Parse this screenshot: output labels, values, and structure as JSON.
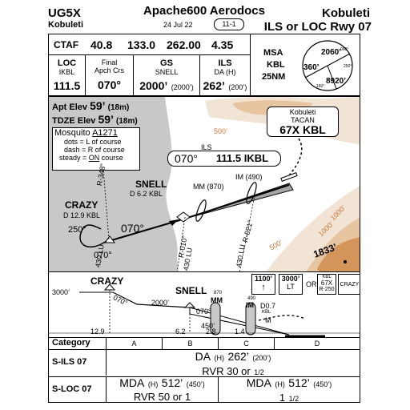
{
  "header": {
    "id": "UG5X",
    "city": "Kobuleti",
    "title": "Apache600 Aerodocs",
    "date": "24 Jul 22",
    "page": "11-1",
    "airport": "Kobuleti",
    "procedure": "ILS or LOC Rwy 07"
  },
  "briefing": {
    "ctaf_label": "CTAF",
    "freqs": [
      "40.8",
      "133.0",
      "262.00",
      "4.35"
    ],
    "loc": {
      "label": "LOC",
      "sub": "IKBL",
      "value": "111.5"
    },
    "final": {
      "label": "Final",
      "sub": "Apch Crs",
      "value": "070°"
    },
    "gs": {
      "label": "GS",
      "sub": "SNELL",
      "value": "2000’",
      "value_small": "(2000’)"
    },
    "ils": {
      "label": "ILS",
      "sub": "DA (H)",
      "value": "262’",
      "value_small": "(200’)"
    },
    "msa": {
      "label": "MSA",
      "sub": "KBL",
      "dist": "25NM",
      "alt1": "2060’",
      "alt2": "360’",
      "alt3": "8920’",
      "brg1": "060°",
      "brg2": "250°",
      "brg3": "160°"
    }
  },
  "plan": {
    "apt_elev_label": "Apt Elev",
    "apt_elev": "59’",
    "apt_elev_m": "(18m)",
    "tdze_label": "TDZE Elev",
    "tdze": "59’",
    "tdze_m": "(18m)",
    "mosquito_label": "Mosquito",
    "mosquito_id": "A1271",
    "note1": "dots = L of course",
    "note2": "dash = R of course",
    "note3_a": "steady = ",
    "note3_b": "ON",
    "note3_c": " course",
    "tacan_label": "Kobuleti",
    "tacan_type": "TACAN",
    "tacan_id": "67X  KBL",
    "ils_course": "070°",
    "ils_label": "ILS",
    "ils_freq": "111.5  IKBL",
    "snell": "SNELL",
    "snell_sub": "D 6.2 KBL",
    "crazy": "CRAZY",
    "crazy_sub": "D 12.9 KBL",
    "mm": "MM (870)",
    "im": "IM (490)",
    "hold_out": "250°",
    "inbound": "070°",
    "inbound2": "070°",
    "radial_348": "R-348°",
    "radial_010": "R-010°",
    "radial_021": "R-021°",
    "lu1": "430 LU",
    "lu2": "430 LU",
    "lu3": "430 LU",
    "terrain_500a": "500’",
    "terrain_500b": "500’",
    "terrain_1000a": "1000’",
    "terrain_1000b": "1000’",
    "peak": "1833’"
  },
  "profile": {
    "crazy": "CRAZY",
    "snell": "SNELL",
    "alt_3000": "3000’",
    "crs_070": "070°",
    "alt_2000": "2000’",
    "crs_070b": "070°",
    "mm": "MM",
    "mm_alt": "870",
    "im": "IM",
    "im_alt": "490",
    "d07": "D0.7",
    "d07_sub": "KBL",
    "alt_450": "450’",
    "m_label": "M",
    "dist_129": "12.9",
    "dist_62": "6.2",
    "dist_28": "2.8",
    "dist_14": "1.4",
    "missed_1": "1100’",
    "missed_2": "3000’",
    "missed_lt": "LT",
    "missed_or": "OR",
    "missed_kbl_sub": "KBL",
    "missed_67x": "67X",
    "missed_r250": "R-250",
    "missed_crazy": "CRAZY"
  },
  "minimums": {
    "category_label": "Category",
    "cats": [
      "A",
      "B",
      "C",
      "D"
    ],
    "sils_label": "S-ILS 07",
    "sils_da": "DA",
    "sils_h": "(H)",
    "sils_alt": "262’",
    "sils_small": "(200’)",
    "sils_rvr": "RVR 30 or",
    "sils_frac": "1/2",
    "sloc_label": "S-LOC 07",
    "sloc_ab_mda": "MDA",
    "sloc_ab_h": "(H)",
    "sloc_ab_alt": "512’",
    "sloc_ab_small": "(450’)",
    "sloc_ab_rvr": "RVR 50 or 1",
    "sloc_cd_mda": "MDA",
    "sloc_cd_h": "(H)",
    "sloc_cd_alt": "512’",
    "sloc_cd_small": "(450’)",
    "sloc_cd_vis": "1",
    "sloc_cd_frac": "1/2"
  },
  "colors": {
    "land": "#c8c8c8",
    "terrain1": "#f2e4d4",
    "terrain2": "#e6c5a0",
    "terrain3": "#d4955a",
    "terrain_text": "#c97a3a"
  }
}
